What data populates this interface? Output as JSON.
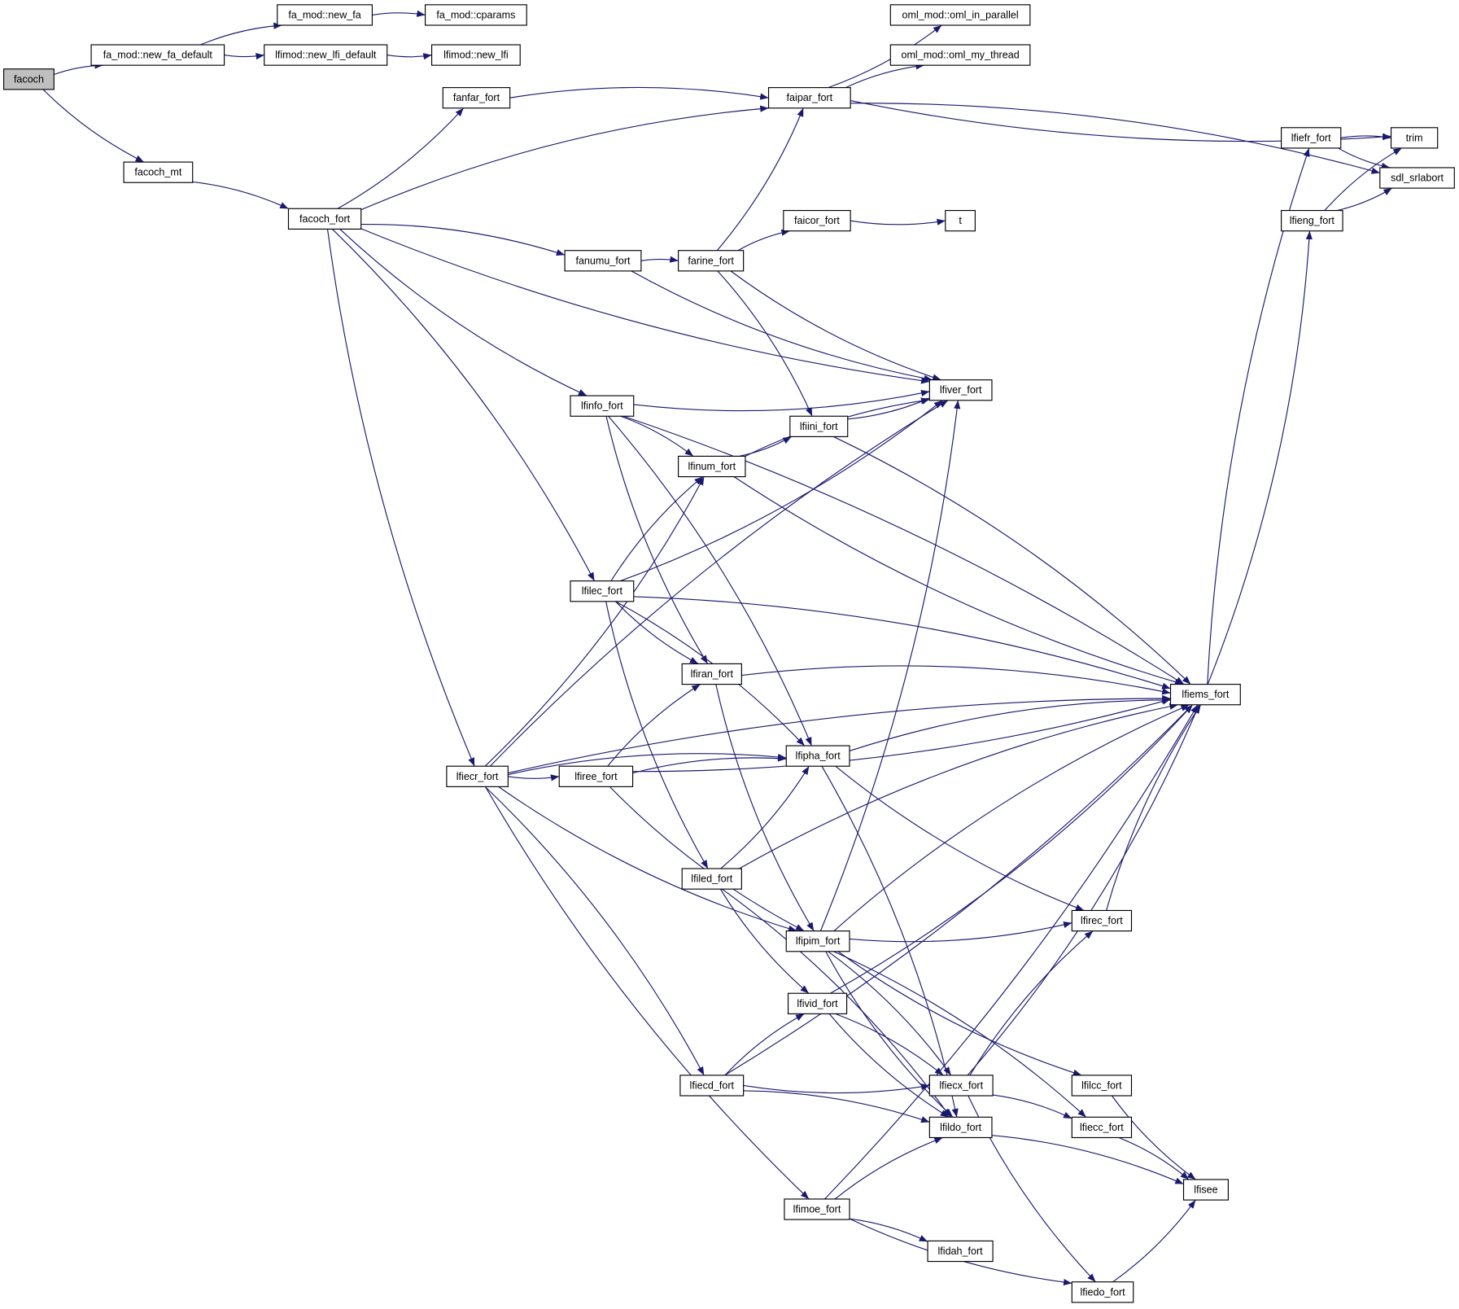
{
  "graph": {
    "root": "facoch",
    "edge_color": "#191970",
    "root_fill": "#bfbfbf",
    "nodes": [
      "facoch",
      "fa_mod::new_fa_default",
      "fa_mod::new_fa",
      "fa_mod::cparams",
      "lfimod::new_lfi_default",
      "lfimod::new_lfi",
      "facoch_mt",
      "facoch_fort",
      "fanfar_fort",
      "faipar_fort",
      "oml_mod::oml_in_parallel",
      "oml_mod::oml_my_thread",
      "trim",
      "sdl_srlabort",
      "lfiefr_fort",
      "lfieng_fort",
      "faicor_fort",
      "t",
      "fanumu_fort",
      "farine_fort",
      "lfiver_fort",
      "lfinfo_fort",
      "lfiini_fort",
      "lfinum_fort",
      "lfilec_fort",
      "lfiems_fort",
      "lfiran_fort",
      "lfipha_fort",
      "lfiecr_fort",
      "lfiree_fort",
      "lfiled_fort",
      "lfirec_fort",
      "lfipim_fort",
      "lfivid_fort",
      "lfilcc_fort",
      "lfiecx_fort",
      "lfiecd_fort",
      "lfildo_fort",
      "lfiecc_fort",
      "lfisee",
      "lfimoe_fort",
      "lfidah_fort",
      "lfiedo_fort"
    ],
    "edges": [
      [
        "facoch",
        "fa_mod::new_fa_default"
      ],
      [
        "facoch",
        "facoch_mt"
      ],
      [
        "fa_mod::new_fa_default",
        "fa_mod::new_fa"
      ],
      [
        "fa_mod::new_fa_default",
        "lfimod::new_lfi_default"
      ],
      [
        "fa_mod::new_fa",
        "fa_mod::cparams"
      ],
      [
        "lfimod::new_lfi_default",
        "lfimod::new_lfi"
      ],
      [
        "facoch_mt",
        "facoch_fort"
      ],
      [
        "facoch_fort",
        "fanfar_fort"
      ],
      [
        "facoch_fort",
        "faipar_fort"
      ],
      [
        "facoch_fort",
        "lfiver_fort"
      ],
      [
        "facoch_fort",
        "fanumu_fort"
      ],
      [
        "facoch_fort",
        "lfinfo_fort"
      ],
      [
        "facoch_fort",
        "lfilec_fort"
      ],
      [
        "facoch_fort",
        "lfiecr_fort"
      ],
      [
        "fanfar_fort",
        "faipar_fort"
      ],
      [
        "faipar_fort",
        "oml_mod::oml_in_parallel"
      ],
      [
        "faipar_fort",
        "oml_mod::oml_my_thread"
      ],
      [
        "faipar_fort",
        "trim"
      ],
      [
        "faipar_fort",
        "sdl_srlabort"
      ],
      [
        "farine_fort",
        "faipar_fort"
      ],
      [
        "farine_fort",
        "faicor_fort"
      ],
      [
        "farine_fort",
        "lfiver_fort"
      ],
      [
        "farine_fort",
        "lfiini_fort"
      ],
      [
        "faicor_fort",
        "t"
      ],
      [
        "fanumu_fort",
        "farine_fort"
      ],
      [
        "fanumu_fort",
        "lfiver_fort"
      ],
      [
        "lfinfo_fort",
        "lfiems_fort"
      ],
      [
        "lfinfo_fort",
        "lfiver_fort"
      ],
      [
        "lfinfo_fort",
        "lfinum_fort"
      ],
      [
        "lfinfo_fort",
        "lfiran_fort"
      ],
      [
        "lfinfo_fort",
        "lfipha_fort"
      ],
      [
        "lfiini_fort",
        "lfiver_fort"
      ],
      [
        "lfiini_fort",
        "lfiems_fort"
      ],
      [
        "lfinum_fort",
        "lfiini_fort"
      ],
      [
        "lfinum_fort",
        "lfiver_fort"
      ],
      [
        "lfinum_fort",
        "lfiems_fort"
      ],
      [
        "lfilec_fort",
        "lfinum_fort"
      ],
      [
        "lfilec_fort",
        "lfiver_fort"
      ],
      [
        "lfilec_fort",
        "lfiems_fort"
      ],
      [
        "lfilec_fort",
        "lfiran_fort"
      ],
      [
        "lfilec_fort",
        "lfipha_fort"
      ],
      [
        "lfilec_fort",
        "lfiled_fort"
      ],
      [
        "lfiran_fort",
        "lfiems_fort"
      ],
      [
        "lfiran_fort",
        "lfipim_fort"
      ],
      [
        "lfiecr_fort",
        "lfiver_fort"
      ],
      [
        "lfiecr_fort",
        "lfinum_fort"
      ],
      [
        "lfiecr_fort",
        "lfiems_fort"
      ],
      [
        "lfiecr_fort",
        "lfiree_fort"
      ],
      [
        "lfiecr_fort",
        "lfipha_fort"
      ],
      [
        "lfiecr_fort",
        "lfipim_fort"
      ],
      [
        "lfiecr_fort",
        "lfiecd_fort"
      ],
      [
        "lfiecr_fort",
        "lfimoe_fort"
      ],
      [
        "lfiree_fort",
        "lfiran_fort"
      ],
      [
        "lfiree_fort",
        "lfiems_fort"
      ],
      [
        "lfiree_fort",
        "lfipha_fort"
      ],
      [
        "lfiree_fort",
        "lfipim_fort"
      ],
      [
        "lfipha_fort",
        "lfiems_fort"
      ],
      [
        "lfipha_fort",
        "lfirec_fort"
      ],
      [
        "lfipha_fort",
        "lfildo_fort"
      ],
      [
        "lfiled_fort",
        "lfipha_fort"
      ],
      [
        "lfiled_fort",
        "lfiems_fort"
      ],
      [
        "lfiled_fort",
        "lfivid_fort"
      ],
      [
        "lfiled_fort",
        "lfildo_fort"
      ],
      [
        "lfipim_fort",
        "lfiver_fort"
      ],
      [
        "lfipim_fort",
        "lfiems_fort"
      ],
      [
        "lfipim_fort",
        "lfirec_fort"
      ],
      [
        "lfipim_fort",
        "lfiecx_fort"
      ],
      [
        "lfipim_fort",
        "lfildo_fort"
      ],
      [
        "lfipim_fort",
        "lfiecc_fort"
      ],
      [
        "lfipim_fort",
        "lfilcc_fort"
      ],
      [
        "lfirec_fort",
        "lfiems_fort"
      ],
      [
        "lfivid_fort",
        "lfiems_fort"
      ],
      [
        "lfivid_fort",
        "lfiecx_fort"
      ],
      [
        "lfivid_fort",
        "lfildo_fort"
      ],
      [
        "lfiecd_fort",
        "lfivid_fort"
      ],
      [
        "lfiecd_fort",
        "lfiecx_fort"
      ],
      [
        "lfiecd_fort",
        "lfildo_fort"
      ],
      [
        "lfiecd_fort",
        "lfiems_fort"
      ],
      [
        "lfiecx_fort",
        "lfirec_fort"
      ],
      [
        "lfiecx_fort",
        "lfiems_fort"
      ],
      [
        "lfiecx_fort",
        "lfiecc_fort"
      ],
      [
        "lfiecx_fort",
        "lfiedo_fort"
      ],
      [
        "lfildo_fort",
        "lfisee"
      ],
      [
        "lfilcc_fort",
        "lfisee"
      ],
      [
        "lfiecc_fort",
        "lfisee"
      ],
      [
        "lfiedo_fort",
        "lfisee"
      ],
      [
        "lfimoe_fort",
        "lfildo_fort"
      ],
      [
        "lfimoe_fort",
        "lfiems_fort"
      ],
      [
        "lfimoe_fort",
        "lfidah_fort"
      ],
      [
        "lfimoe_fort",
        "lfiedo_fort"
      ],
      [
        "lfiems_fort",
        "lfiefr_fort"
      ],
      [
        "lfiems_fort",
        "lfieng_fort"
      ],
      [
        "lfiefr_fort",
        "trim"
      ],
      [
        "lfiefr_fort",
        "sdl_srlabort"
      ],
      [
        "lfieng_fort",
        "trim"
      ],
      [
        "lfieng_fort",
        "sdl_srlabort"
      ]
    ]
  }
}
